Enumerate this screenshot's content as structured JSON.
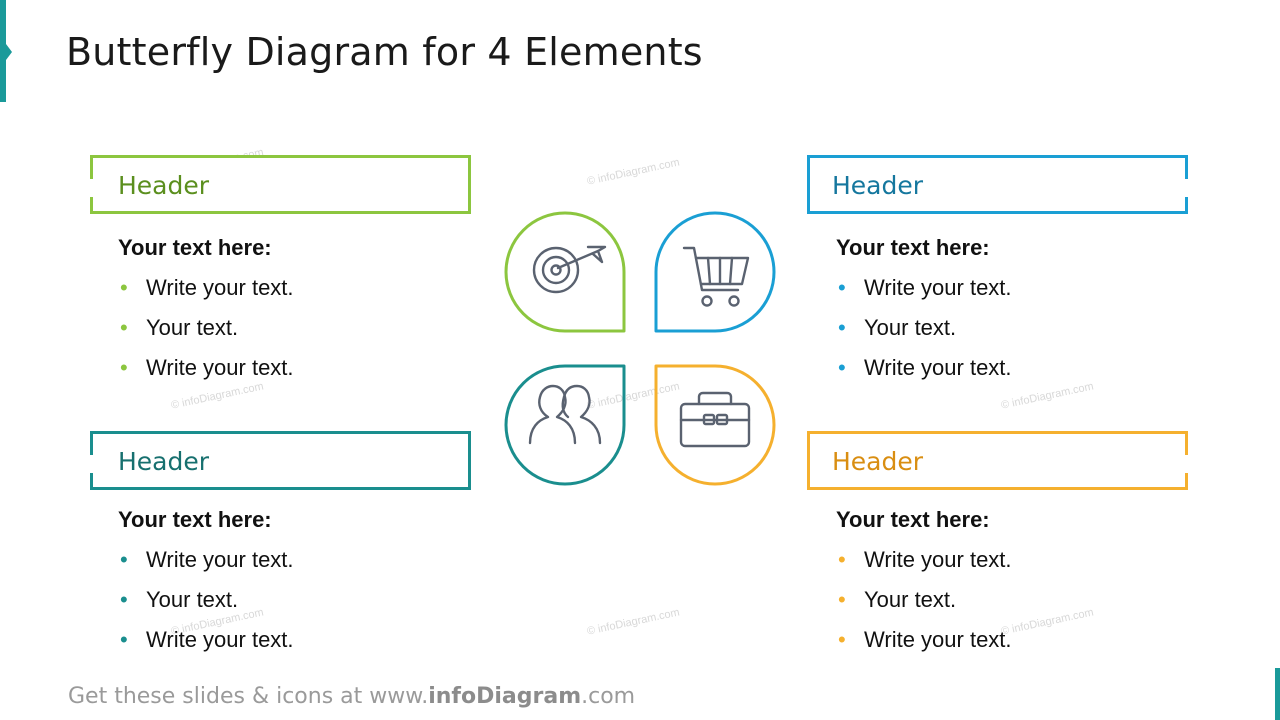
{
  "title": "Butterfly Diagram for 4 Elements",
  "colors": {
    "green": "#8cc63f",
    "blue": "#1a9fd4",
    "teal": "#1a8e8e",
    "orange": "#f5b02e",
    "greenText": "#5b8f1e",
    "blueText": "#15779e",
    "tealText": "#17706f",
    "orangeText": "#d98e12",
    "icon": "#5a6270"
  },
  "quadrants": {
    "top_left": {
      "header": "Header",
      "lead": "Your text here:",
      "bullets": [
        "Write your text.",
        "Your text.",
        "Write your text."
      ],
      "icon": "target-icon"
    },
    "top_right": {
      "header": "Header",
      "lead": "Your text here:",
      "bullets": [
        "Write your text.",
        "Your text.",
        "Write your text."
      ],
      "icon": "shopping-cart-icon"
    },
    "bottom_left": {
      "header": "Header",
      "lead": "Your text here:",
      "bullets": [
        "Write your text.",
        "Your text.",
        "Write your text."
      ],
      "icon": "people-icon"
    },
    "bottom_right": {
      "header": "Header",
      "lead": "Your text here:",
      "bullets": [
        "Write your text.",
        "Your text.",
        "Write your text."
      ],
      "icon": "toolbox-icon"
    }
  },
  "bullet_char": "•",
  "footer": {
    "prefix": "Get these slides & icons at www.",
    "brand": "infoDiagram",
    "suffix": ".com"
  },
  "watermark": "© infoDiagram.com"
}
